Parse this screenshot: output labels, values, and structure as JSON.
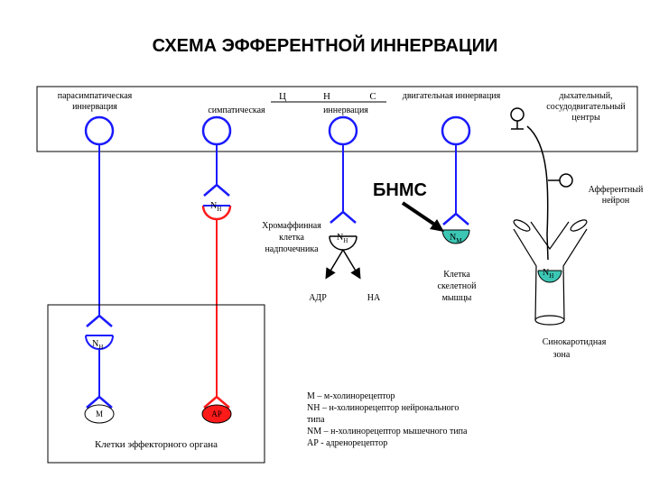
{
  "title": "СХЕМА ЭФФЕРЕНТНОЙ ИННЕРВАЦИИ",
  "cns": {
    "para_line1": "парасимпатическая",
    "para_line2": "иннервация",
    "symp_letters": [
      "Ц",
      "Н",
      "С"
    ],
    "symp_word": "симпатическая",
    "symp_word2": "иннервация",
    "motor": "двигательная иннервация",
    "resp_line1": "дыхательный,",
    "resp_line2": "сосудодвигательный",
    "resp_line3": "центры"
  },
  "receptors": {
    "nn": "N",
    "nn_sub": "Н",
    "nm": "N",
    "nm_sub": "М",
    "m": "М",
    "ar": "АР"
  },
  "chromaffin": {
    "line1": "Хромаффинная",
    "line2": "клетка",
    "line3": "надпочечника",
    "out1": "АДР",
    "out2": "НА"
  },
  "bnms": "БНМС",
  "skeletal": {
    "line1": "Клетка",
    "line2": "скелетной",
    "line3": "мышцы"
  },
  "afferent": {
    "line1": "Афферентный",
    "line2": "нейрон"
  },
  "carotid": {
    "line1": "Синокаротидная",
    "line2": "зона"
  },
  "effector_label": "Клетки эффекторного органа",
  "legend": [
    "М – м-холинорецептор",
    "NН – н-холинорецептор нейронального",
    "типа",
    "NМ – н-холинорецептор мышечного типа",
    "АР - адренорецептор"
  ],
  "colors": {
    "blue": "#1a1aff",
    "red": "#ff1a1a",
    "teal": "#3cc6b4",
    "black": "#000000"
  }
}
